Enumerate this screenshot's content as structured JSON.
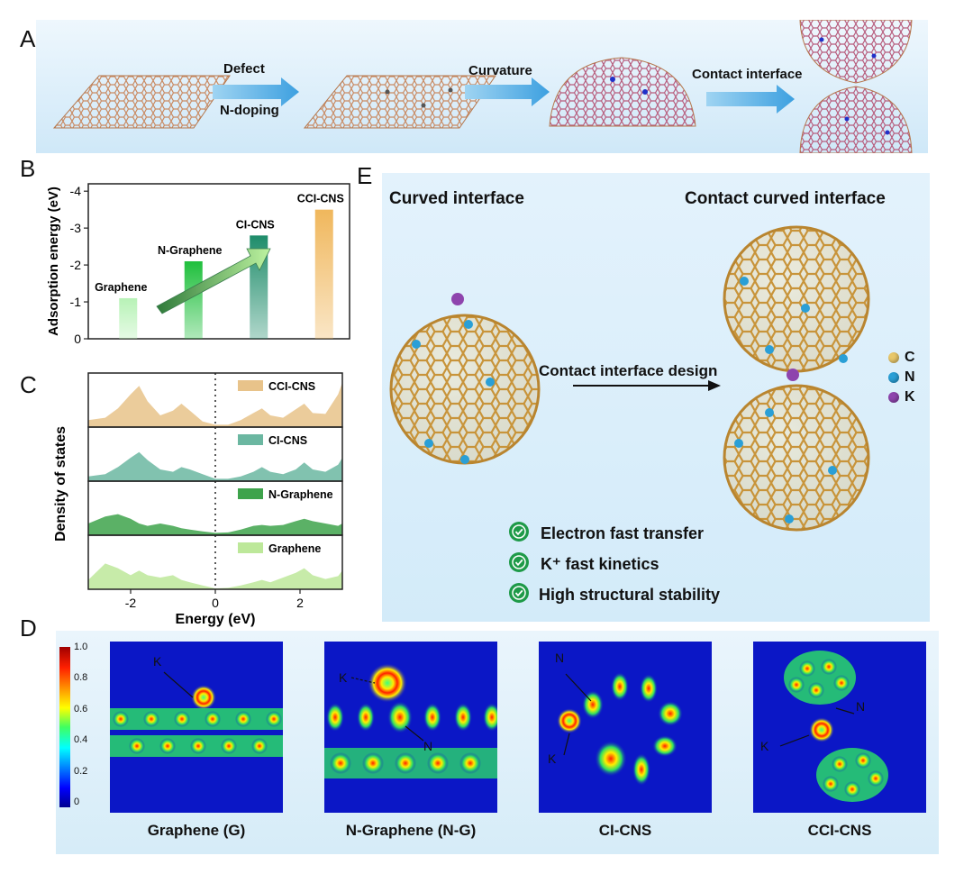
{
  "panel_letters": {
    "a": "A",
    "b": "B",
    "c": "C",
    "d": "D",
    "e": "E"
  },
  "panel_a": {
    "step1_top": "Defect",
    "step1_bottom": "N-doping",
    "step2": "Curvature",
    "step3": "Contact interface"
  },
  "panel_b": {
    "chart_data": {
      "type": "bar",
      "categories": [
        "Graphene",
        "N-Graphene",
        "CI-CNS",
        "CCI-CNS"
      ],
      "values": [
        -1.1,
        -2.1,
        -2.8,
        -3.5
      ],
      "ylabel": "Adsorption energy (eV)",
      "ylim": [
        0,
        -4.2
      ],
      "yticks": [
        "0",
        "-1",
        "-2",
        "-3",
        "-4"
      ],
      "colors": [
        "#b7f2b6",
        "#1fbf3c",
        "#1e8c6a",
        "#f0b75c"
      ]
    }
  },
  "panel_c": {
    "chart_data": {
      "type": "area",
      "ylabel": "Density of states",
      "xlabel": "Energy (eV)",
      "xlim": [
        -3,
        3
      ],
      "xticks": [
        "-2",
        "0",
        "2"
      ],
      "series": [
        {
          "name": "CCI-CNS",
          "color": "#e8c38a",
          "x": [
            -3,
            -2.6,
            -2.3,
            -2.0,
            -1.8,
            -1.6,
            -1.3,
            -1.0,
            -0.8,
            -0.6,
            -0.3,
            0,
            0.3,
            0.6,
            0.9,
            1.1,
            1.3,
            1.6,
            1.9,
            2.1,
            2.3,
            2.6,
            2.9,
            3
          ],
          "y": [
            0.15,
            0.2,
            0.4,
            0.7,
            0.88,
            0.55,
            0.25,
            0.35,
            0.5,
            0.35,
            0.12,
            0.05,
            0.05,
            0.15,
            0.3,
            0.4,
            0.25,
            0.2,
            0.38,
            0.5,
            0.3,
            0.28,
            0.7,
            0.95
          ]
        },
        {
          "name": "CI-CNS",
          "color": "#6bb7a1",
          "x": [
            -3,
            -2.6,
            -2.3,
            -2.0,
            -1.8,
            -1.6,
            -1.3,
            -1.0,
            -0.8,
            -0.6,
            -0.3,
            0,
            0.3,
            0.6,
            0.9,
            1.1,
            1.3,
            1.6,
            1.9,
            2.1,
            2.3,
            2.6,
            2.9,
            3
          ],
          "y": [
            0.1,
            0.15,
            0.3,
            0.5,
            0.62,
            0.45,
            0.25,
            0.2,
            0.3,
            0.25,
            0.15,
            0.05,
            0.05,
            0.1,
            0.2,
            0.3,
            0.2,
            0.15,
            0.25,
            0.4,
            0.25,
            0.2,
            0.35,
            0.5
          ]
        },
        {
          "name": "N-Graphene",
          "color": "#3ea34b",
          "x": [
            -3,
            -2.6,
            -2.3,
            -2.0,
            -1.8,
            -1.6,
            -1.3,
            -1.0,
            -0.8,
            -0.6,
            -0.3,
            0,
            0.3,
            0.6,
            0.9,
            1.1,
            1.3,
            1.6,
            1.9,
            2.1,
            2.3,
            2.6,
            2.9,
            3
          ],
          "y": [
            0.25,
            0.4,
            0.45,
            0.35,
            0.25,
            0.2,
            0.25,
            0.2,
            0.15,
            0.12,
            0.08,
            0.05,
            0.06,
            0.12,
            0.2,
            0.22,
            0.2,
            0.22,
            0.3,
            0.35,
            0.3,
            0.25,
            0.2,
            0.25
          ]
        },
        {
          "name": "Graphene",
          "color": "#bde89a",
          "x": [
            -3,
            -2.6,
            -2.3,
            -2.0,
            -1.8,
            -1.6,
            -1.3,
            -1.0,
            -0.8,
            -0.6,
            -0.3,
            0,
            0.3,
            0.6,
            0.9,
            1.1,
            1.3,
            1.6,
            1.9,
            2.1,
            2.3,
            2.6,
            2.9,
            3
          ],
          "y": [
            0.2,
            0.55,
            0.45,
            0.3,
            0.4,
            0.3,
            0.25,
            0.3,
            0.2,
            0.15,
            0.08,
            0.02,
            0.03,
            0.08,
            0.15,
            0.2,
            0.15,
            0.25,
            0.35,
            0.45,
            0.3,
            0.22,
            0.28,
            0.4
          ]
        }
      ]
    }
  },
  "panel_d": {
    "colorbar_ticks": [
      "1.0",
      "0.8",
      "0.6",
      "0.4",
      "0.2",
      "0"
    ],
    "maps": [
      {
        "caption": "Graphene (G)",
        "labels": [
          "K"
        ]
      },
      {
        "caption": "N-Graphene (N-G)",
        "labels": [
          "K",
          "N"
        ]
      },
      {
        "caption": "CI-CNS",
        "labels": [
          "N",
          "K"
        ]
      },
      {
        "caption": "CCI-CNS",
        "labels": [
          "N",
          "K"
        ]
      }
    ]
  },
  "panel_e": {
    "left_title": "Curved interface",
    "right_title": "Contact curved interface",
    "arrow_label": "Contact interface design",
    "legend": [
      {
        "label": "C",
        "color": "#e8c76a"
      },
      {
        "label": "N",
        "color": "#2a9fd6"
      },
      {
        "label": "K",
        "color": "#8e44ad"
      }
    ],
    "features": [
      "Electron fast transfer",
      "K⁺ fast  kinetics",
      "High structural stability"
    ]
  }
}
